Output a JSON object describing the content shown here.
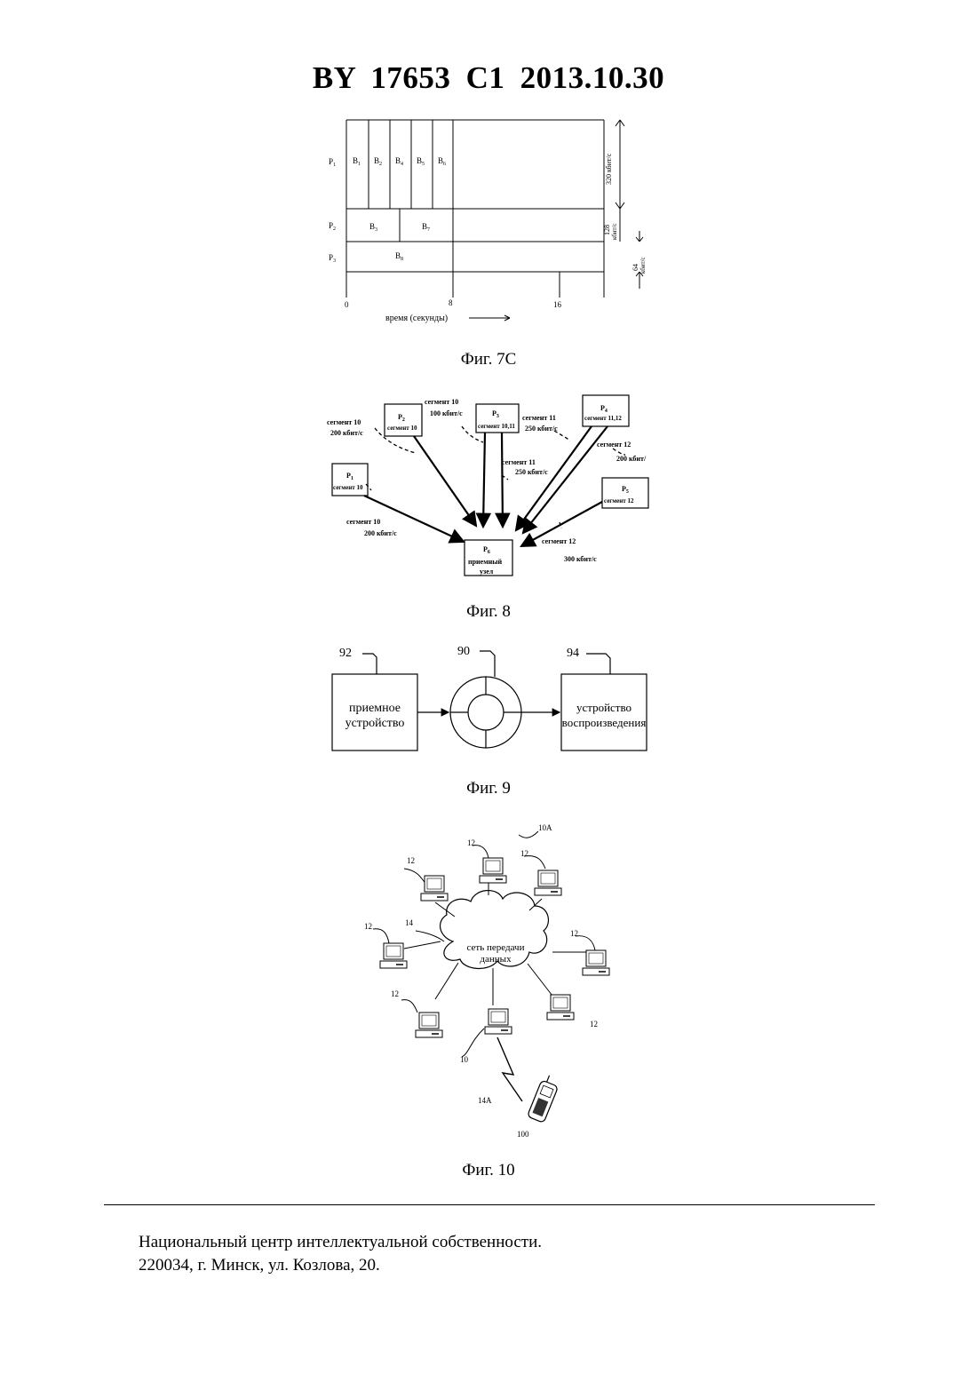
{
  "header": {
    "doc_id": "BY  17653  C1  2013.10.30"
  },
  "fig7c": {
    "caption": "Фиг. 7С",
    "rows": [
      "P",
      "P",
      "P"
    ],
    "row_subs": [
      "1",
      "2",
      "3"
    ],
    "blocks_row1": [
      {
        "b": "B",
        "s": "1"
      },
      {
        "b": "B",
        "s": "2"
      },
      {
        "b": "B",
        "s": "4"
      },
      {
        "b": "B",
        "s": "5"
      },
      {
        "b": "B",
        "s": "6"
      }
    ],
    "blocks_row2": [
      {
        "b": "B",
        "s": "3"
      },
      {
        "b": "B",
        "s": "7"
      }
    ],
    "blocks_row3": [
      {
        "b": "B",
        "s": "8"
      }
    ],
    "rate1": "320 кбит/с",
    "rate2a": "128",
    "rate2b": "кбит/с",
    "rate3a": "64",
    "rate3b": "кбит/с",
    "ticks": [
      "0",
      "8",
      "16"
    ],
    "xlabel": "время (секунды)"
  },
  "fig8": {
    "caption": "Фиг. 8",
    "nodes": {
      "p1": {
        "label": "P",
        "sub": "1",
        "seg": "сегмент 10"
      },
      "p2": {
        "label": "P",
        "sub": "2",
        "seg": "сегмент 10"
      },
      "p3": {
        "label": "P",
        "sub": "3",
        "seg": "сегмент 10,11"
      },
      "p4": {
        "label": "P",
        "sub": "4",
        "seg": "сегмент 11,12"
      },
      "p5": {
        "label": "P",
        "sub": "5",
        "seg": "сегмент 12"
      },
      "p6": {
        "label": "P",
        "sub": "6",
        "line1": "приемный",
        "line2": "узел"
      }
    },
    "labels": {
      "l_p2_a": "сегмент 10",
      "l_p2_b": "200 кбит/с",
      "l_p3_a": "сегмент 10",
      "l_p3_b": "100 кбит/с",
      "l_p4_a": "сегмент 11",
      "l_p4_b": "250 кбит/с",
      "l_p3b_a": "сегмент 11",
      "l_p3b_b": "250 кбит/с",
      "l_p4b_a": "сегмент 12",
      "l_p4b_b": "200 кбит/",
      "l_p1_a": "сегмент 10",
      "l_p1_b": "200 кбит/с",
      "l_p5_a": "сегмент 12",
      "l_p5_b": "300 кбит/с"
    }
  },
  "fig9": {
    "caption": "Фиг. 9",
    "ref_left": "92",
    "ref_mid": "90",
    "ref_right": "94",
    "left_l1": "приемное",
    "left_l2": "устройство",
    "right_l1": "устройство",
    "right_l2": "воспроизведения"
  },
  "fig10": {
    "caption": "Фиг. 10",
    "ref_system": "10А",
    "ref_terminal": "12",
    "ref_network": "14",
    "ref_server": "10",
    "ref_wireless": "14А",
    "ref_mobile": "100",
    "cloud_l1": "сеть передачи",
    "cloud_l2": "данных"
  },
  "footer": {
    "line1": "Национальный центр интеллектуальной собственности.",
    "line2": "220034, г. Минск, ул. Козлова, 20."
  }
}
